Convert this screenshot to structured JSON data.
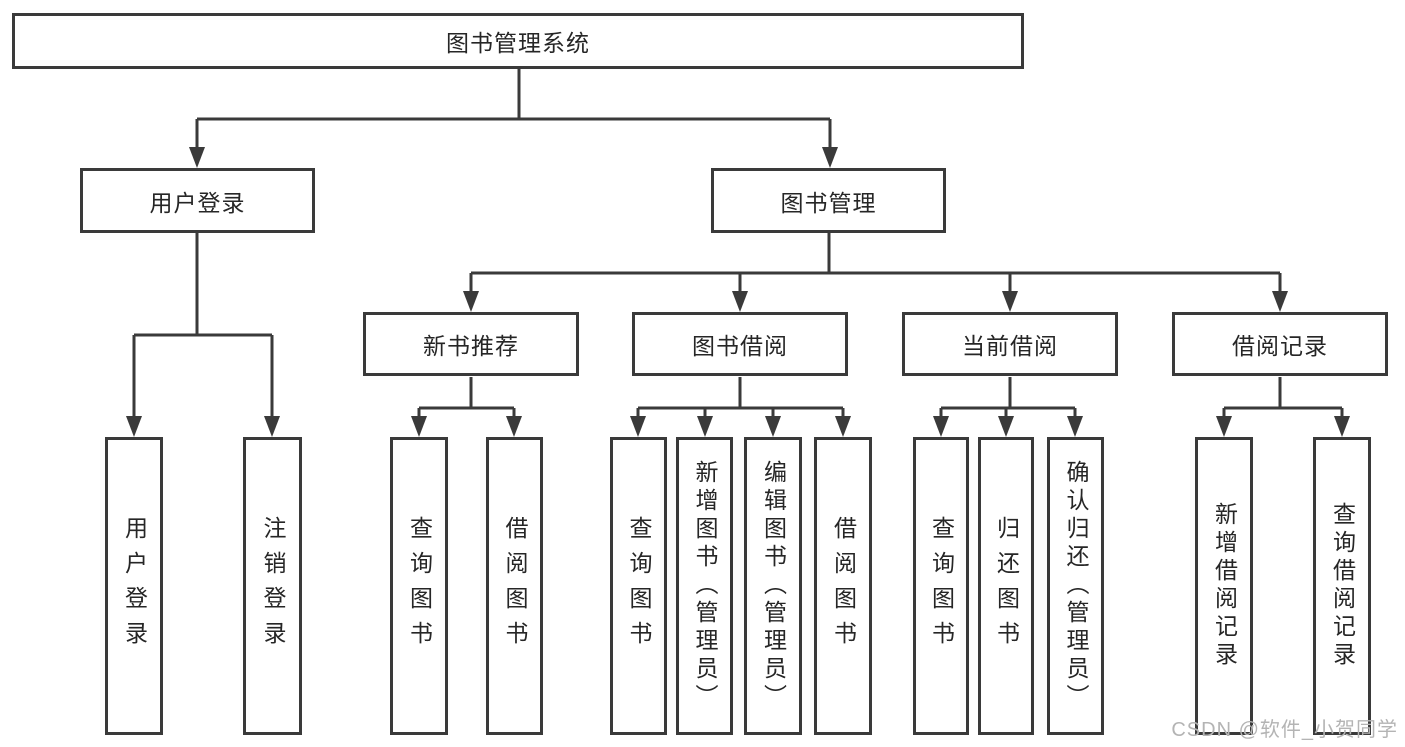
{
  "diagram_title": "图书管理系统",
  "watermark": "CSDN @软件_小贺同学",
  "colors": {
    "line": "#3a3a3a",
    "text": "#262626",
    "background": "#ffffff",
    "watermark": "#b4b4b4"
  },
  "nodes": {
    "root": {
      "label": "图书管理系统",
      "level": 1
    },
    "user_login": {
      "label": "用户登录",
      "level": 2,
      "parent": "root"
    },
    "book_mgmt": {
      "label": "图书管理",
      "level": 2,
      "parent": "root"
    },
    "new_book_rec": {
      "label": "新书推荐",
      "level": 3,
      "parent": "book_mgmt"
    },
    "book_borrow": {
      "label": "图书借阅",
      "level": 3,
      "parent": "book_mgmt"
    },
    "current_borrow": {
      "label": "当前借阅",
      "level": 3,
      "parent": "book_mgmt"
    },
    "borrow_record": {
      "label": "借阅记录",
      "level": 3,
      "parent": "book_mgmt"
    },
    "leaf_user_login": {
      "label": "用户登录",
      "level": 4,
      "parent": "user_login"
    },
    "leaf_logout": {
      "label": "注销登录",
      "level": 4,
      "parent": "user_login"
    },
    "leaf_query_book_rec": {
      "label": "查询图书",
      "level": 4,
      "parent": "new_book_rec"
    },
    "leaf_borrow_book_rec": {
      "label": "借阅图书",
      "level": 4,
      "parent": "new_book_rec"
    },
    "leaf_query_book_borrow": {
      "label": "查询图书",
      "level": 4,
      "parent": "book_borrow"
    },
    "leaf_add_book": {
      "label": "新增图书（管理员）",
      "level": 4,
      "parent": "book_borrow"
    },
    "leaf_edit_book": {
      "label": "编辑图书（管理员）",
      "level": 4,
      "parent": "book_borrow"
    },
    "leaf_borrow_book": {
      "label": "借阅图书",
      "level": 4,
      "parent": "book_borrow"
    },
    "leaf_query_book_current": {
      "label": "查询图书",
      "level": 4,
      "parent": "current_borrow"
    },
    "leaf_return_book": {
      "label": "归还图书",
      "level": 4,
      "parent": "current_borrow"
    },
    "leaf_confirm_return": {
      "label": "确认归还（管理员）",
      "level": 4,
      "parent": "current_borrow"
    },
    "leaf_add_record": {
      "label": "新增借阅记录",
      "level": 4,
      "parent": "borrow_record"
    },
    "leaf_query_record": {
      "label": "查询借阅记录",
      "level": 4,
      "parent": "borrow_record"
    }
  }
}
